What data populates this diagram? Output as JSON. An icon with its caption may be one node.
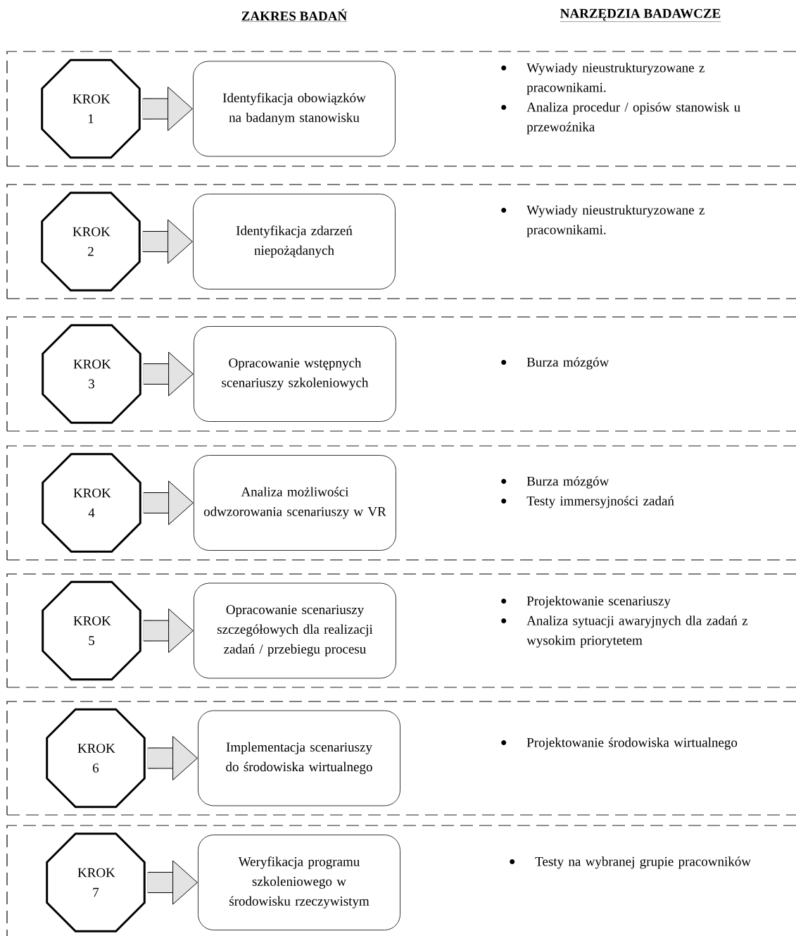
{
  "diagram": {
    "nodes": [
      {
        "text": [
          "Wywiady nieustrukturyzowane z pracownikami.",
          "Analiza procedur / opisów stanowisk u przewoźnika"
        ]
      },
      {
        "text": [
          "KROK 1"
        ],
        "in": 0
      },
      {
        "text": [
          "Identyfikacja obowiązków na badanym stanowisku"
        ],
        "in": 0
      },
      {
        "text": [
          "Wywiady nieustrukturyzowane z pracownikami."
        ]
      },
      {
        "text": [
          "KROK 2"
        ],
        "in": 3
      },
      {
        "text": [
          "Identyfikacja zdarzeń niepożądanych"
        ],
        "in": 3
      },
      {
        "text": [
          "Burza mózgów"
        ]
      },
      {
        "text": [
          "KROK 3"
        ],
        "in": 6
      },
      {
        "text": [
          "Opracowanie wstępnych scenariuszy szkoleniowych"
        ],
        "in": 6
      },
      {
        "text": [
          "Burza mózgów",
          "Testy immersyjności zadań"
        ]
      },
      {
        "text": [
          "KROK 4"
        ],
        "in": 9
      },
      {
        "text": [
          "Analiza możliwości odwzorowania scenariuszy w VR"
        ],
        "in": 9
      },
      {
        "text": [
          "Projektowanie scenariuszy",
          "Analiza sytuacji awaryjnych dla zadań z wysokim priorytetem"
        ]
      },
      {
        "text": [
          "KROK 5"
        ],
        "in": 12
      },
      {
        "text": [
          "Opracowanie scenariuszy szczegółowych dla realizacji zadań / przebiegu procesu"
        ],
        "in": 12
      },
      {
        "text": [
          "Projektowanie środowiska wirtualnego"
        ]
      },
      {
        "text": [
          "KROK 6"
        ],
        "in": 15
      },
      {
        "text": [
          "Implementacja scenariuszy do środowiska wirtualnego"
        ],
        "in": 15
      },
      {
        "text": [
          "Testy na wybranej grupie pracowników"
        ]
      },
      {
        "text": [
          "KROK 7"
        ],
        "in": 18
      },
      {
        "text": [
          "Weryfikacja programu szkoleniowego w środowisku rzeczywistym"
        ],
        "in": 18
      }
    ],
    "edges": [
      {
        "from": 1,
        "to": 2,
        "arrow": "to"
      },
      {
        "from": 4,
        "to": 5,
        "arrow": "to"
      },
      {
        "from": 7,
        "to": 8,
        "arrow": "to"
      },
      {
        "from": 10,
        "to": 11,
        "arrow": "to"
      },
      {
        "from": 13,
        "to": 14,
        "arrow": "to"
      },
      {
        "from": 16,
        "to": 17,
        "arrow": "to"
      },
      {
        "from": 19,
        "to": 20,
        "arrow": "to"
      }
    ],
    "labels": [
      "ZAKRES BADAŃ",
      "NARZĘDZIA BADAWCZE"
    ]
  }
}
